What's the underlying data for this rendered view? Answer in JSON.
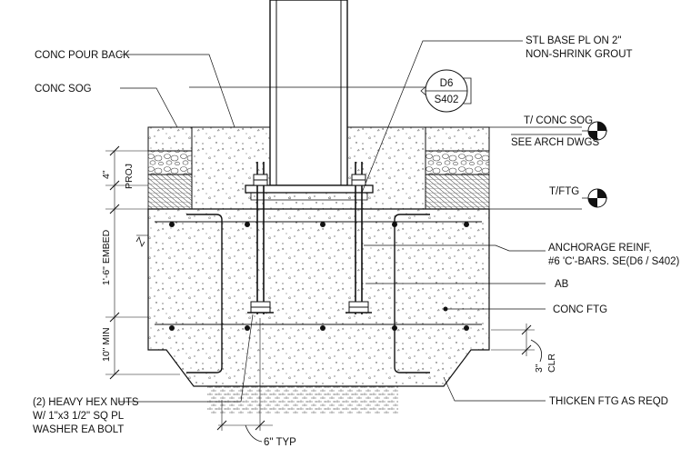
{
  "labels": {
    "conc_pour_back": "CONC POUR BACK",
    "conc_sog": "CONC SOG",
    "stl_base_pl_1": "STL BASE PL ON 2\"",
    "stl_base_pl_2": "NON-SHRINK GROUT",
    "t_conc_sog": "T/ CONC SOG",
    "see_arch": "SEE ARCH DWGS",
    "t_ftg": "T/FTG",
    "anchorage_1": "ANCHORAGE REINF,",
    "anchorage_2": "#6 'C'-BARS. SE(D6 / S402)",
    "ab": "AB",
    "conc_ftg": "CONC FTG",
    "thicken": "THICKEN FTG AS REQD",
    "nuts_1": "(2) HEAVY HEX NUTS",
    "nuts_2": "W/ 1\"x3 1/2\" SQ PL",
    "nuts_3": "WASHER EA BOLT",
    "six_typ": "6\" TYP",
    "clr": "CLR",
    "three_in": "3\"",
    "four_in": "4\"",
    "proj": "PROJ",
    "embed": "1'-6\" EMBED",
    "ten_min": "10\" MIN"
  },
  "section_tag": {
    "detail": "D6",
    "sheet": "S402"
  }
}
